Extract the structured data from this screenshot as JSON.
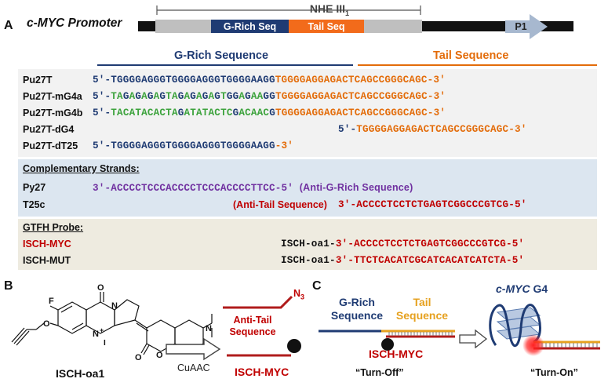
{
  "panel_a": {
    "letter": "A",
    "promoter_label": "c-MYC Promoter",
    "nhe_label": "NHE III",
    "nhe_sub": "1",
    "grich_box": "G-Rich Seq",
    "tail_box": "Tail Seq",
    "p1_label": "P1",
    "grich_heading": "G-Rich Sequence",
    "tail_heading": "Tail Sequence",
    "sequences": [
      {
        "name": "Pu27T",
        "prefix": "5'-",
        "grich": "TGGGGAGGGTGGGGAGGGTGGGGAAGG",
        "tail": "TGGGGAGGAGACTCAGCCGGGCAGC-3'"
      },
      {
        "name": "Pu27T-mG4a",
        "prefix": "5'-",
        "grich": "TAGAGAGAGTAGAGAGAGTGGAGAAGG",
        "tail": "TGGGGAGGAGACTCAGCCGGGCAGC-3'"
      },
      {
        "name": "Pu27T-mG4b",
        "prefix": "5'-",
        "grich": "TACATACACTAGATATACTCGACAACG",
        "tail": "TGGGGAGGAGACTCAGCCGGGCAGC-3'"
      },
      {
        "name": "Pu27T-dG4",
        "prefix": "5'-",
        "grich": "",
        "tail": "TGGGGAGGAGACTCAGCCGGGCAGC-3'"
      },
      {
        "name": "Pu27T-dT25",
        "prefix": "5'-",
        "grich": "TGGGGAGGGTGGGGAGGGTGGGGAAGG",
        "tail": "-3'"
      }
    ],
    "complementary_heading": "Complementary Strands:",
    "py27": {
      "name": "Py27",
      "seq": "3'-ACCCCTCCCACCCCTCCCACCCCTTCC-5'",
      "note": "(Anti-G-Rich Sequence)"
    },
    "t25c": {
      "name": "T25c",
      "note": "(Anti-Tail Sequence)",
      "seq": "3'-ACCCCTCCTCTGAGTCGGCCCGTCG-5'"
    },
    "probe_heading": "GTFH Probe:",
    "ischmyc": {
      "name": "ISCH-MYC",
      "prefix": "ISCH-oa1-",
      "seq": "3'-ACCCCTCCTCTGAGTCGGCCCGTCG-5'"
    },
    "ischmut": {
      "name": "ISCH-MUT",
      "prefix": "ISCH-oa1-",
      "seq": "3'-TTCTCACATCGCATCACATCATCTA-5'"
    }
  },
  "panel_b": {
    "letter": "B",
    "compound": "ISCH-oa1",
    "atom_f": "F",
    "atom_o1": "O",
    "atom_o2": "O",
    "atom_o3": "O",
    "atom_o4": "O",
    "atom_n1": "N",
    "atom_n_plus": "N",
    "atom_plus": "+",
    "atom_i": "I",
    "atom_n3": "N",
    "azide": "N",
    "azide_sub": "3",
    "anti_tail": [
      "Anti-Tail",
      "Sequence"
    ],
    "reaction": "CuAAC",
    "product": "ISCH-MYC"
  },
  "panel_c": {
    "letter": "C",
    "grich": [
      "G-Rich",
      "Sequence"
    ],
    "tail": [
      "Tail",
      "Sequence"
    ],
    "probe": "ISCH-MYC",
    "turn_off": "“Turn-Off”",
    "g4_italic": "c-MYC",
    "g4_suffix": " G4",
    "turn_on": "“Turn-On”"
  },
  "colors": {
    "navy": "#1f3b73",
    "orange": "#e36c0a",
    "green": "#3da33d",
    "purple": "#7030a0",
    "red": "#c00000",
    "gold": "#e6a11f",
    "probe_red": "#b01c1c"
  }
}
